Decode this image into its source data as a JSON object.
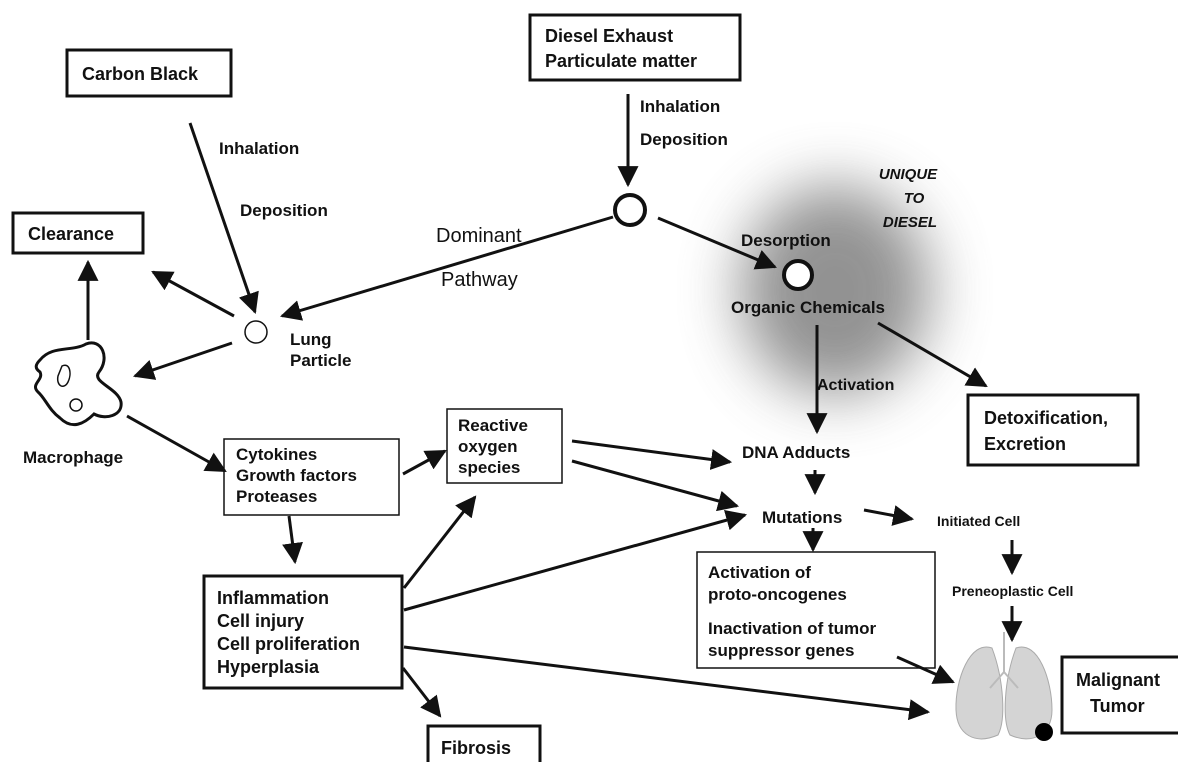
{
  "boxes": {
    "diesel": [
      "Diesel Exhaust",
      "Particulate matter"
    ],
    "carbon_black": "Carbon Black",
    "clearance": "Clearance",
    "detox": [
      "Detoxification,",
      "Excretion"
    ],
    "cytokines": [
      "Cytokines",
      "Growth factors",
      "Proteases"
    ],
    "ros": [
      "Reactive",
      "oxygen",
      "species"
    ],
    "inflammation": [
      "Inflammation",
      "Cell injury",
      "Cell proliferation",
      "Hyperplasia"
    ],
    "fibrosis": "Fibrosis",
    "oncogenes": [
      "Activation of",
      "proto-oncogenes",
      "Inactivation of tumor",
      "suppressor genes"
    ],
    "malignant": [
      "Malignant",
      "Tumor"
    ]
  },
  "labels": {
    "inhalation_1": "Inhalation",
    "deposition_1": "Deposition",
    "inhalation_2": "Inhalation",
    "deposition_2": "Deposition",
    "unique": [
      "UNIQUE",
      "TO",
      "DIESEL"
    ],
    "desorption": "Desorption",
    "organic_chemicals": "Organic Chemicals",
    "dominant": "Dominant",
    "pathway": "Pathway",
    "lung_particle": [
      "Lung",
      "Particle"
    ],
    "macrophage": "Macrophage",
    "activation": "Activation",
    "dna_adducts": "DNA Adducts",
    "mutations": "Mutations",
    "initiated_cell": "Initiated Cell",
    "preneoplastic_cell": "Preneoplastic Cell"
  },
  "colors": {
    "ink": "#111111",
    "haze": "#6e6e6e",
    "lung": "#d4d4d4",
    "tumor": "#000000"
  }
}
